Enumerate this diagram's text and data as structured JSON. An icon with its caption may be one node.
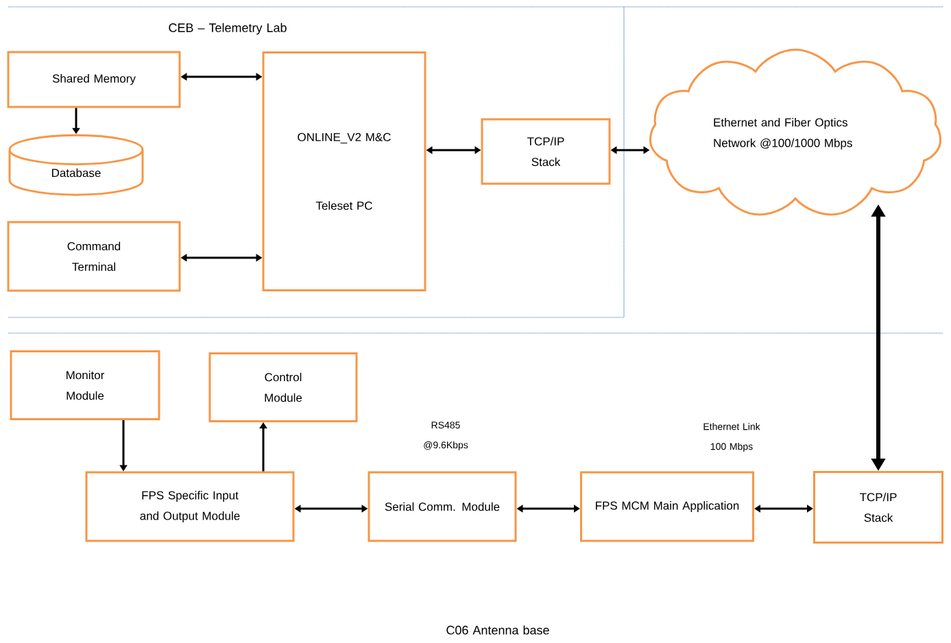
{
  "diagram": {
    "nodes": [
      {
        "text": [
          "Shared Memory"
        ]
      },
      {
        "text": [
          "Database"
        ]
      },
      {
        "text": [
          "Command Terminal"
        ]
      },
      {
        "text": [
          "ONLINE_V2 M&C",
          "Teleset PC"
        ]
      },
      {
        "text": [
          "TCP/IP Stack"
        ]
      },
      {
        "text": [
          "Ethernet and Fiber Optics Network @100/1000 Mbps"
        ]
      },
      {
        "text": [
          "Monitor Module"
        ]
      },
      {
        "text": [
          "Control Module"
        ]
      },
      {
        "text": [
          "FPS Specific Input and Output Module"
        ]
      },
      {
        "text": [
          "Serial Comm. Module"
        ]
      },
      {
        "text": [
          "FPS MCM Main Application"
        ]
      },
      {
        "text": [
          "TCP/IP Stack"
        ]
      }
    ],
    "edges": [
      {
        "from": 0,
        "to": 3,
        "arrow": "both"
      },
      {
        "from": 0,
        "to": 1,
        "arrow": "to"
      },
      {
        "from": 2,
        "to": 3,
        "arrow": "both"
      },
      {
        "from": 3,
        "to": 4,
        "arrow": "both"
      },
      {
        "from": 4,
        "to": 5,
        "arrow": "both"
      },
      {
        "from": 6,
        "to": 8,
        "arrow": "to"
      },
      {
        "from": 8,
        "to": 7,
        "arrow": "to"
      },
      {
        "from": 8,
        "to": 9,
        "arrow": "both"
      },
      {
        "from": 9,
        "to": 10,
        "arrow": "both"
      },
      {
        "from": 10,
        "to": 11,
        "arrow": "both"
      },
      {
        "from": 11,
        "to": 5,
        "arrow": "both",
        "style": "thick"
      }
    ],
    "labels": [
      "CEB – Telemetry Lab",
      "RS485 @9.6Kbps",
      "Ethernet Link 100 Mbps",
      "C06 Antenna base"
    ]
  }
}
